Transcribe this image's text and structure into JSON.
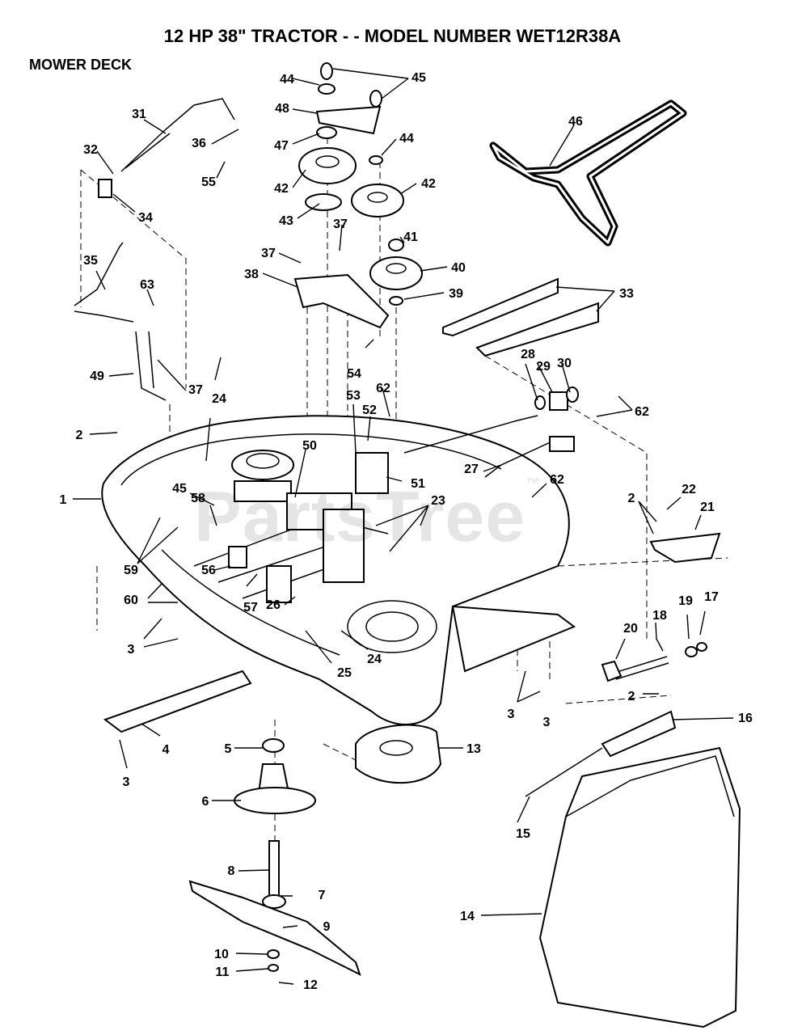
{
  "title": "12 HP 38\" TRACTOR - - MODEL NUMBER WET12R38A",
  "section": "MOWER DECK",
  "watermark": "PartsTree",
  "watermark_tm": "™",
  "callouts": [
    {
      "id": "c1",
      "label": "1"
    },
    {
      "id": "c2a",
      "label": "2"
    },
    {
      "id": "c2b",
      "label": "2"
    },
    {
      "id": "c2c",
      "label": "2"
    },
    {
      "id": "c3a",
      "label": "3"
    },
    {
      "id": "c3b",
      "label": "3"
    },
    {
      "id": "c3c",
      "label": "3"
    },
    {
      "id": "c3d",
      "label": "3"
    },
    {
      "id": "c4",
      "label": "4"
    },
    {
      "id": "c5",
      "label": "5"
    },
    {
      "id": "c6",
      "label": "6"
    },
    {
      "id": "c7",
      "label": "7"
    },
    {
      "id": "c8",
      "label": "8"
    },
    {
      "id": "c9",
      "label": "9"
    },
    {
      "id": "c10",
      "label": "10"
    },
    {
      "id": "c11",
      "label": "11"
    },
    {
      "id": "c12",
      "label": "12"
    },
    {
      "id": "c13",
      "label": "13"
    },
    {
      "id": "c14",
      "label": "14"
    },
    {
      "id": "c15",
      "label": "15"
    },
    {
      "id": "c16",
      "label": "16"
    },
    {
      "id": "c17",
      "label": "17"
    },
    {
      "id": "c18",
      "label": "18"
    },
    {
      "id": "c19",
      "label": "19"
    },
    {
      "id": "c20",
      "label": "20"
    },
    {
      "id": "c21",
      "label": "21"
    },
    {
      "id": "c22",
      "label": "22"
    },
    {
      "id": "c23",
      "label": "23"
    },
    {
      "id": "c24a",
      "label": "24"
    },
    {
      "id": "c24b",
      "label": "24"
    },
    {
      "id": "c25",
      "label": "25"
    },
    {
      "id": "c26",
      "label": "26"
    },
    {
      "id": "c27",
      "label": "27"
    },
    {
      "id": "c28",
      "label": "28"
    },
    {
      "id": "c29",
      "label": "29"
    },
    {
      "id": "c30",
      "label": "30"
    },
    {
      "id": "c31",
      "label": "31"
    },
    {
      "id": "c32",
      "label": "32"
    },
    {
      "id": "c33",
      "label": "33"
    },
    {
      "id": "c34",
      "label": "34"
    },
    {
      "id": "c35",
      "label": "35"
    },
    {
      "id": "c36",
      "label": "36"
    },
    {
      "id": "c37a",
      "label": "37"
    },
    {
      "id": "c37b",
      "label": "37"
    },
    {
      "id": "c37c",
      "label": "37"
    },
    {
      "id": "c38",
      "label": "38"
    },
    {
      "id": "c39",
      "label": "39"
    },
    {
      "id": "c40",
      "label": "40"
    },
    {
      "id": "c41",
      "label": "41"
    },
    {
      "id": "c42a",
      "label": "42"
    },
    {
      "id": "c42b",
      "label": "42"
    },
    {
      "id": "c43",
      "label": "43"
    },
    {
      "id": "c44a",
      "label": "44"
    },
    {
      "id": "c44b",
      "label": "44"
    },
    {
      "id": "c45a",
      "label": "45"
    },
    {
      "id": "c45b",
      "label": "45"
    },
    {
      "id": "c46",
      "label": "46"
    },
    {
      "id": "c47",
      "label": "47"
    },
    {
      "id": "c48",
      "label": "48"
    },
    {
      "id": "c49",
      "label": "49"
    },
    {
      "id": "c50",
      "label": "50"
    },
    {
      "id": "c51",
      "label": "51"
    },
    {
      "id": "c52",
      "label": "52"
    },
    {
      "id": "c53",
      "label": "53"
    },
    {
      "id": "c54",
      "label": "54"
    },
    {
      "id": "c55",
      "label": "55"
    },
    {
      "id": "c56",
      "label": "56"
    },
    {
      "id": "c57",
      "label": "57"
    },
    {
      "id": "c58",
      "label": "58"
    },
    {
      "id": "c59",
      "label": "59"
    },
    {
      "id": "c60",
      "label": "60"
    },
    {
      "id": "c62a",
      "label": "62"
    },
    {
      "id": "c62b",
      "label": "62"
    },
    {
      "id": "c62c",
      "label": "62"
    },
    {
      "id": "c63",
      "label": "63"
    }
  ]
}
